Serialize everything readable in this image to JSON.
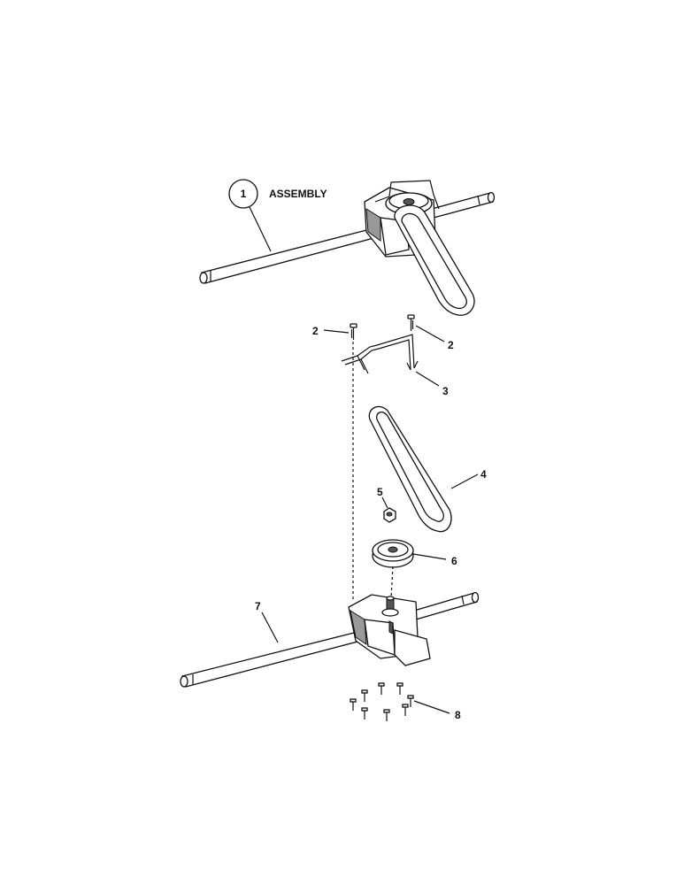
{
  "callouts": {
    "assembly_number": "1",
    "assembly_label": "ASSEMBLY",
    "part_2a": "2",
    "part_2b": "2",
    "part_3": "3",
    "part_4": "4",
    "part_5": "5",
    "part_6": "6",
    "part_7": "7",
    "part_8": "8"
  }
}
